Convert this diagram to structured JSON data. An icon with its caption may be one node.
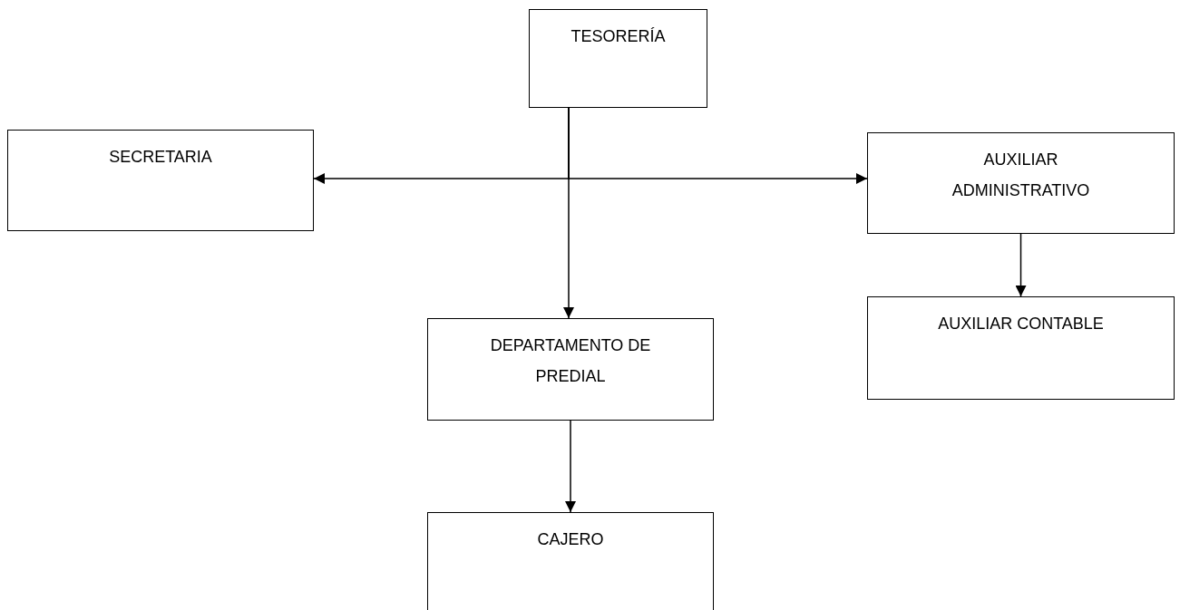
{
  "diagram": {
    "nodes": [
      {
        "text": [
          "TESORERÍA"
        ]
      },
      {
        "text": [
          "SECRETARIA"
        ]
      },
      {
        "text": [
          "AUXILIAR ADMINISTRATIVO"
        ]
      },
      {
        "text": [
          "DEPARTAMENTO DE PREDIAL"
        ]
      },
      {
        "text": [
          "AUXILIAR CONTABLE"
        ]
      },
      {
        "text": [
          "CAJERO"
        ]
      }
    ],
    "edges": [
      {
        "from": 0,
        "to": 1,
        "arrow": "to"
      },
      {
        "from": 0,
        "to": 2,
        "arrow": "to"
      },
      {
        "from": 0,
        "to": 3,
        "arrow": "to"
      },
      {
        "from": 2,
        "to": 4,
        "arrow": "to"
      },
      {
        "from": 3,
        "to": 5,
        "arrow": "to"
      }
    ]
  }
}
